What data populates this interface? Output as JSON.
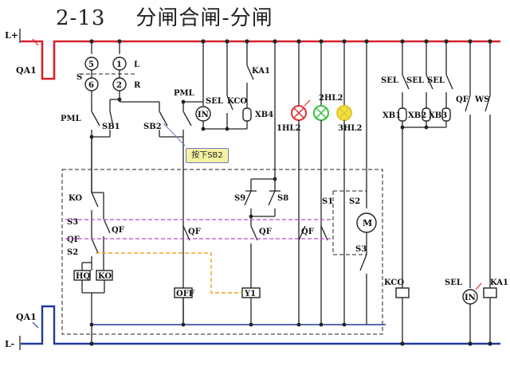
{
  "title": {
    "code": "2-13",
    "text": "分闸合闸-分闸"
  },
  "callout": "按下SB2",
  "labels": {
    "lplus": "L+",
    "lminus": "L-",
    "qa1_top": "QA1",
    "qa1_bot": "QA1",
    "n5": "5",
    "n1": "1",
    "n6": "6",
    "n2": "2",
    "L": "L",
    "S": "S",
    "R": "R",
    "pml_left": "PML",
    "pml_mid": "PML",
    "sb1": "SB1",
    "sb2": "SB2",
    "sel": "SEL",
    "kco": "KCO",
    "ka1_top": "KA1",
    "in_top": "IN",
    "xb4": "XB4",
    "hl1": "1HL2",
    "hl2": "2HL2",
    "hl3": "3HL2",
    "sel1": "SEL",
    "sel2": "SEL",
    "sel3": "SEL",
    "qf_r": "QF",
    "ws": "WS",
    "xb1": "XB1",
    "xb2": "XB2",
    "xb3": "XB3",
    "ko": "KO",
    "s3": "S3",
    "qf1": "QF",
    "qf2": "QF",
    "s2": "S2",
    "qf3": "QF",
    "qf4": "QF",
    "qf5": "QF",
    "s9": "S9",
    "s8": "S8",
    "s1": "S1",
    "s2b": "S2",
    "s3b": "S3",
    "m": "M",
    "hq": "HQ",
    "ko_box": "KO",
    "off": "OFF",
    "y1": "Y1",
    "kco_bot": "KCO",
    "sel_bot": "SEL",
    "in_bot": "IN",
    "ka1_bot": "KA1"
  },
  "colors": {
    "positive_bus": "#d8202a",
    "negative_bus": "#1f3a9f",
    "lamp_red": "#e03030",
    "lamp_green": "#38c040",
    "lamp_yellow": "#f0e040"
  }
}
